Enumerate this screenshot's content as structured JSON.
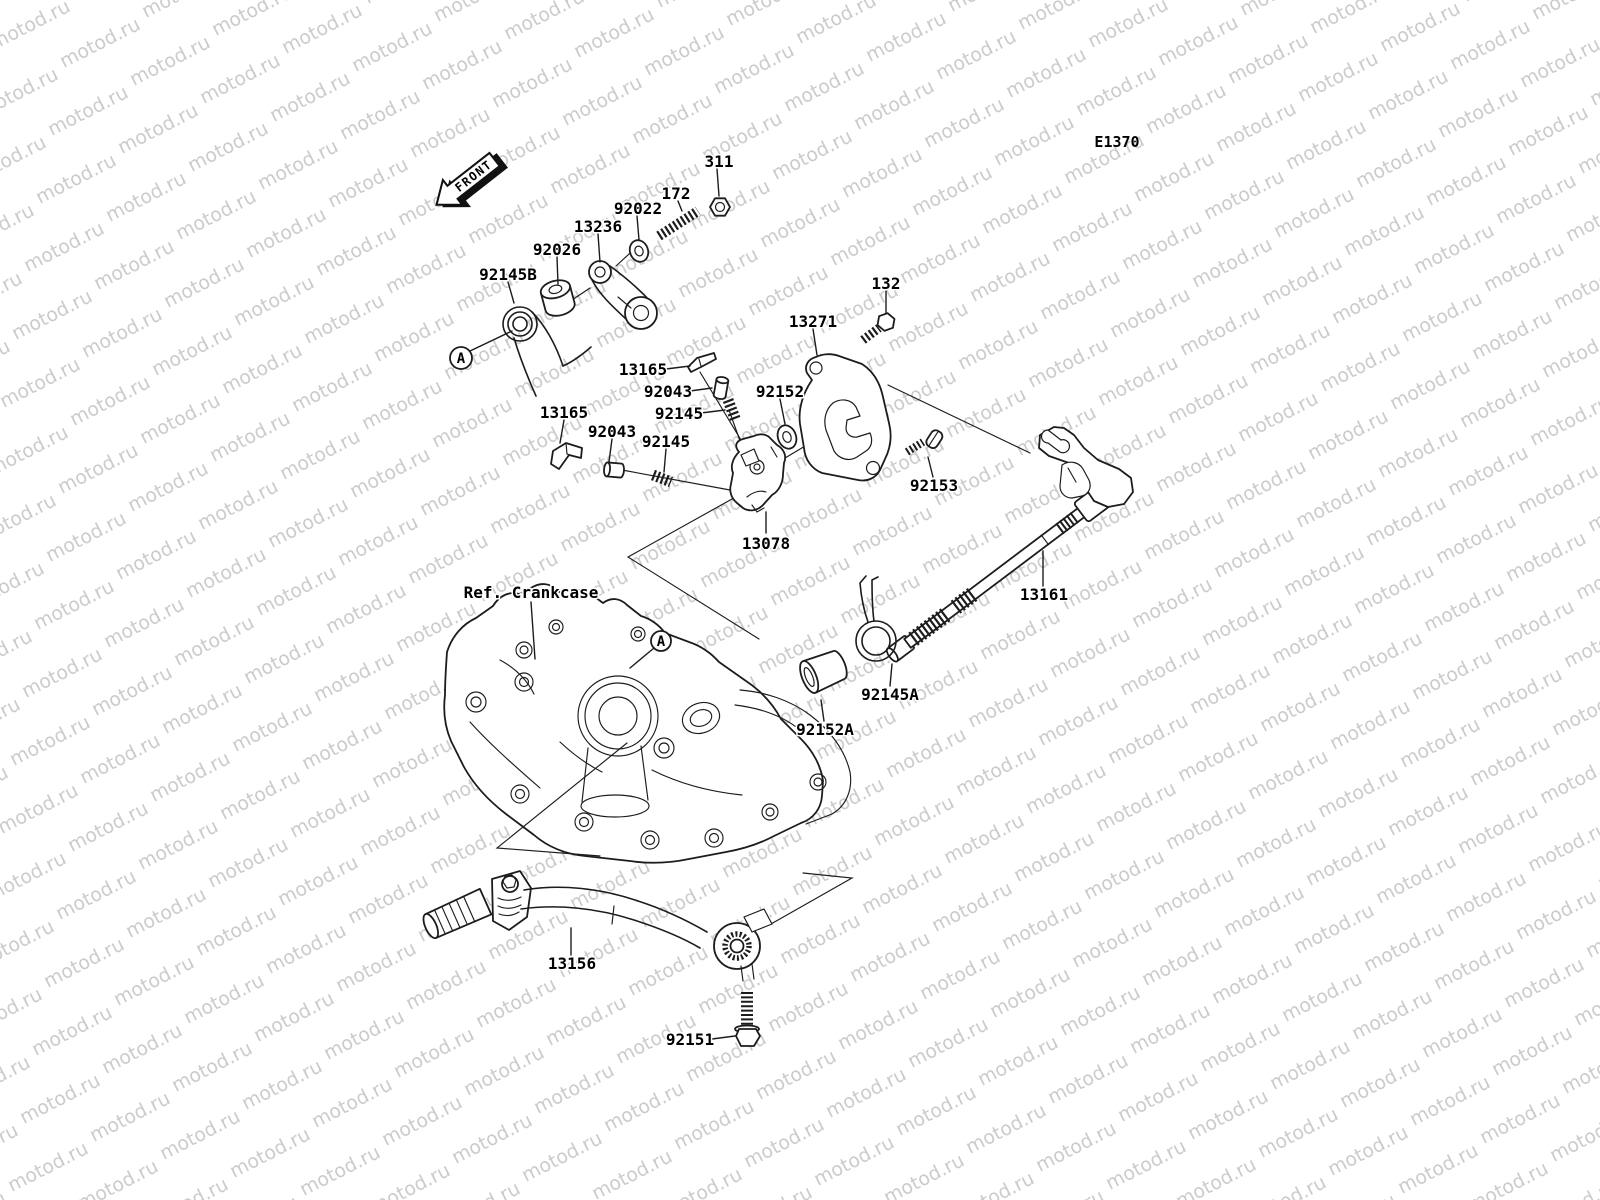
{
  "watermark": {
    "text": "motod.ru",
    "color": "#cbcbcb"
  },
  "diagram": {
    "code": "E1370",
    "front_label": "FRONT",
    "ref_crankcase_label": "Ref. Crankcase",
    "view_marker": "A",
    "labels": {
      "nut": "311",
      "stud": "172",
      "washer_small": "92022",
      "change_lever": "13236",
      "collar": "92026",
      "spring_outer": "92145B",
      "pawl": "13165",
      "pin_upper": "92043",
      "spring_upper": "92145",
      "bushing": "13165",
      "pin_lower": "92043",
      "spring_lower": "92145",
      "washer": "92152",
      "lever_comp": "13271",
      "bolt_upper": "132",
      "screw": "92153",
      "ratchet": "13078",
      "shaft": "13161",
      "spring_return": "92145A",
      "collar_bushing": "92152A",
      "pedal": "13156",
      "bolt_pedal": "92151"
    }
  }
}
